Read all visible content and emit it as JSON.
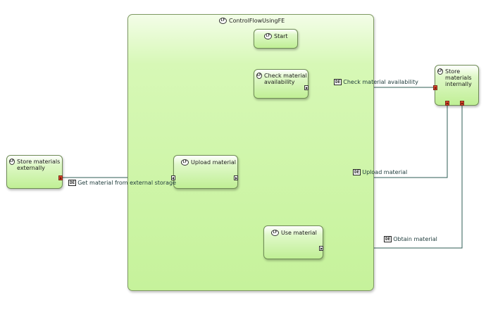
{
  "container": {
    "title": "ControlFlowUsingFE",
    "icon": "LF"
  },
  "nodes": {
    "start": {
      "label": "Start",
      "icon": "LF"
    },
    "check": {
      "label": "Check material availability",
      "icon": "LF"
    },
    "upload": {
      "label": "Upload material",
      "icon": "LF"
    },
    "use": {
      "label": "Use material",
      "icon": "LF"
    },
    "store_external": {
      "label": "Store materials externally",
      "icon": "LF"
    },
    "store_internal": {
      "label": "Store materials internally",
      "icon": "LF"
    }
  },
  "flows": {
    "check": {
      "label": "Check material availability",
      "icon": "DE"
    },
    "upload": {
      "label": "Upload material",
      "icon": "DE"
    },
    "external": {
      "label": "Get material from external storage",
      "icon": "DE"
    },
    "obtain": {
      "label": "Obtain material",
      "icon": "DE"
    }
  },
  "colors": {
    "connector": "#2f5d55",
    "node_fill": "#c0ef95",
    "port_red": "#e1482b"
  }
}
